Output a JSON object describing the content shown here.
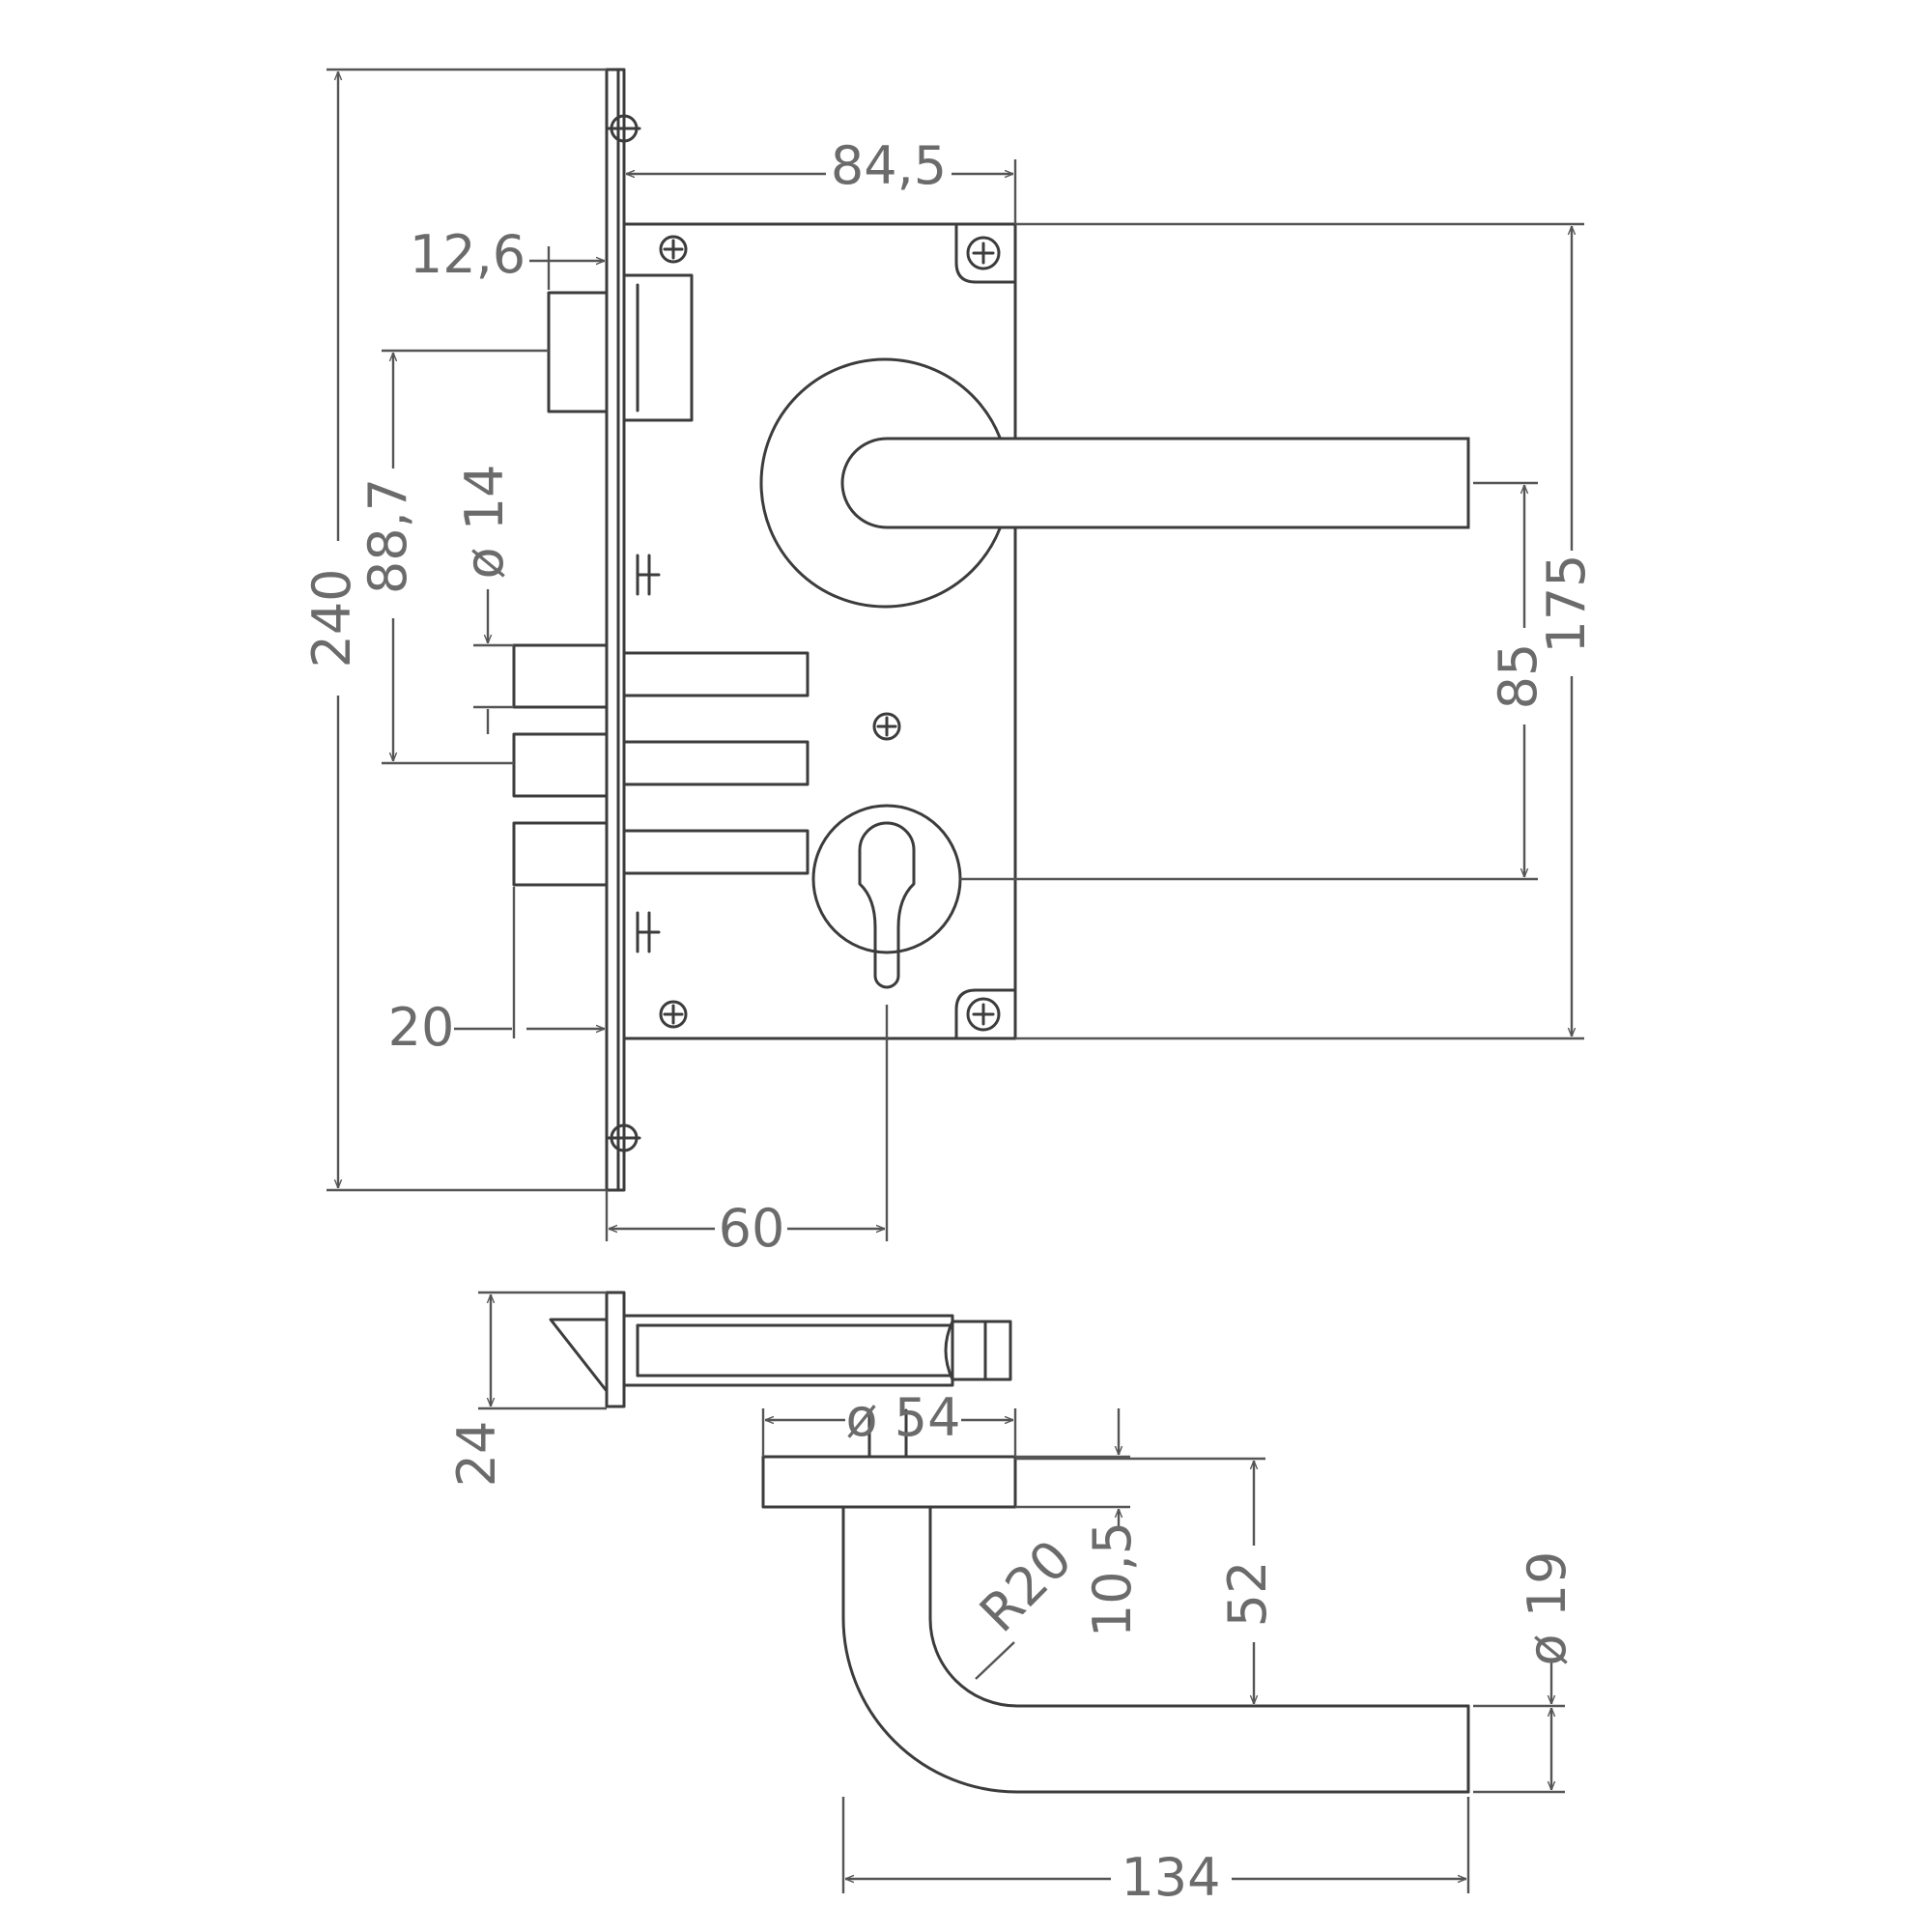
{
  "colors": {
    "line": "#3c3c3c",
    "dimension_text": "#6b6b6b",
    "background": "#ffffff"
  },
  "dimensions": {
    "width_84_5": "84,5",
    "offset_12_6": "12,6",
    "height_240": "240",
    "distance_88_7": "88,7",
    "diameter_14": "ø 14",
    "height_175": "175",
    "distance_85": "85",
    "offset_20": "20",
    "backset_60": "60",
    "thickness_24": "24",
    "rose_diameter_54": "ø 54",
    "rose_height_10_5": "10,5",
    "radius_20": "R20",
    "projection_52": "52",
    "handle_diameter_19": "ø 19",
    "handle_length_134": "134"
  }
}
